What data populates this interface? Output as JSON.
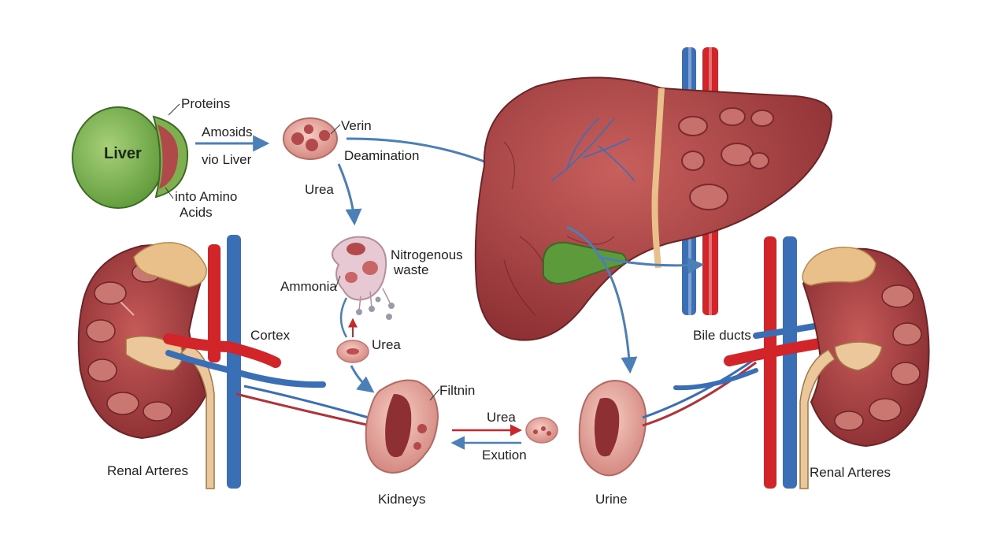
{
  "labels": {
    "liver": "Liver",
    "proteins": "Proteins",
    "amoxids": "Amoзids",
    "vio_liver": "vio Liver",
    "into_amino": "into Amino",
    "acids": "Acids",
    "verin": "Verin",
    "deamination": "Deamination",
    "urea_top": "Urea",
    "nitrogenous": "Nitrogenous",
    "waste": "waste",
    "ammonia": "Ammonia",
    "urea_mid": "Urea",
    "cortex": "Cortex",
    "filtnin": "Filtnin",
    "urea_exchange": "Urea",
    "exution": "Exution",
    "kidneys": "Kidneys",
    "urine": "Urine",
    "bile_ducts": "Bile ducts",
    "renal_arteres_left": "Renal Arteres",
    "renal_arteres_right": "Renal Arteres"
  },
  "colors": {
    "liver_green": "#7fb04f",
    "organ_red": "#b2494a",
    "organ_dark": "#8a2c2f",
    "artery_red": "#d2252a",
    "vein_blue": "#3b6fb5",
    "arrow_blue": "#4a7fb8",
    "bile_green": "#5d9a3c",
    "fat_yellow": "#e9c08a",
    "kidney_pink": "#e7a59c"
  }
}
